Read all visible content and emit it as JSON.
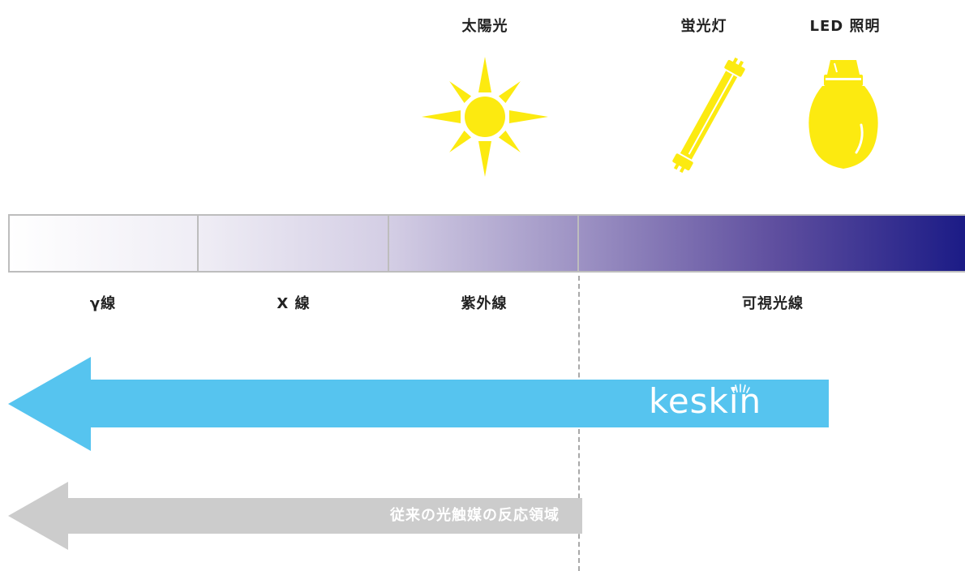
{
  "sources": {
    "sun": "太陽光",
    "fluorescent": "蛍光灯",
    "led": "LED 照明"
  },
  "spectrum": {
    "bands": [
      "γ線",
      "X 線",
      "紫外線",
      "可視光線"
    ]
  },
  "arrows": {
    "keskin": {
      "brand": "keskin",
      "color": "#56c4ef"
    },
    "conventional": {
      "label": "従来の光触媒の反応領域",
      "color": "#cccccc"
    }
  },
  "colors": {
    "icon_yellow": "#fcea10",
    "spectrum_start": "#ffffff",
    "spectrum_end": "#1b1b86"
  },
  "icons": [
    "sun-icon",
    "fluorescent-tube-icon",
    "led-bulb-icon"
  ]
}
